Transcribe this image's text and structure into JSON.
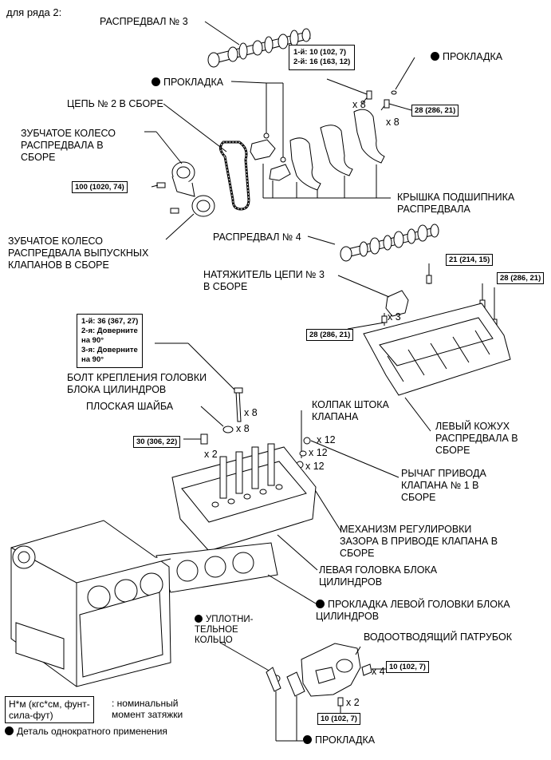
{
  "header": "для ряда 2:",
  "labels": {
    "camshaft3": "РАСПРЕДВАЛ № 3",
    "gasket_top": "ПРОКЛАДКА",
    "gasket_mid": "ПРОКЛАДКА",
    "chain2": "ЦЕПЬ № 2 В СБОРЕ",
    "cam_sprocket": "ЗУБЧАТОЕ КОЛЕСО\nРАСПРЕДВАЛА В\nСБОРЕ",
    "exhaust_sprocket": "ЗУБЧАТОЕ КОЛЕСО\nРАСПРЕДВАЛА ВЫПУСКНЫХ\nКЛАПАНОВ В СБОРЕ",
    "bearing_cap": "КРЫШКА ПОДШИПНИКА\nРАСПРЕДВАЛА",
    "camshaft4": "РАСПРЕДВАЛ № 4",
    "tensioner3": "НАТЯЖИТЕЛЬ ЦЕПИ № 3\nВ СБОРЕ",
    "head_bolt": "БОЛТ КРЕПЛЕНИЯ ГОЛОВКИ\nБЛОКА ЦИЛИНДРОВ",
    "flat_washer": "ПЛОСКАЯ ШАЙБА",
    "valve_cap": "КОЛПАК ШТОКА\nКЛАПАНА",
    "left_housing": "ЛЕВЫЙ КОЖУХ\nРАСПРЕДВАЛА В\nСБОРЕ",
    "rocker": "РЫЧАГ ПРИВОДА\nКЛАПАНА № 1 В\nСБОРЕ",
    "lash_adjuster": "МЕХАНИЗМ РЕГУЛИРОВКИ\nЗАЗОРА В ПРИВОДЕ КЛАПАНА В\nСБОРЕ",
    "left_head": "ЛЕВАЯ ГОЛОВКА БЛОКА\nЦИЛИНДРОВ",
    "head_gasket": "ПРОКЛАДКА ЛЕВОЙ ГОЛОВКИ БЛОКА\nЦИЛИНДРОВ",
    "oring": "УПЛОТНИ-\nТЕЛЬНОЕ\nКОЛЬЦО",
    "water_outlet": "ВОДООТВОДЯЩИЙ ПАТРУБОК",
    "gasket_bottom": "ПРОКЛАДКА"
  },
  "torques": {
    "cap_bolt": "1-й: 10 (102, 7)\n2-й: 16 (163, 12)",
    "t28_top": "28 (286, 21)",
    "t100": "100 (1020, 74)",
    "t21": "21 (214, 15)",
    "t28_right": "28 (286, 21)",
    "t28_left": "28 (286, 21)",
    "head_bolt": "1-й: 36 (367, 27)\n2-я: Доверните\nна 90°\n3-я: Доверните\nна 90°",
    "t30": "30 (306, 22)",
    "t10_a": "10 (102, 7)",
    "t10_b": "10 (102, 7)"
  },
  "multipliers": {
    "cap_bolts": "x 8",
    "cap_studs": "x 8",
    "tensioner_bolts": "x 3",
    "head_bolts": "x 8",
    "washers": "x 8",
    "t30_bolts": "x 2",
    "valve_caps": "x 12",
    "rockers": "x 12",
    "adjusters": "x 12",
    "water_bolts_a": "x 4",
    "water_bolts_b": "x 2"
  },
  "legend": {
    "torque_unit": "Н*м (кгс*см, фунт-\nсила-фут)",
    "torque_desc": ": номинальный\nмомент затяжки",
    "single_use": "Деталь однократного применения"
  }
}
